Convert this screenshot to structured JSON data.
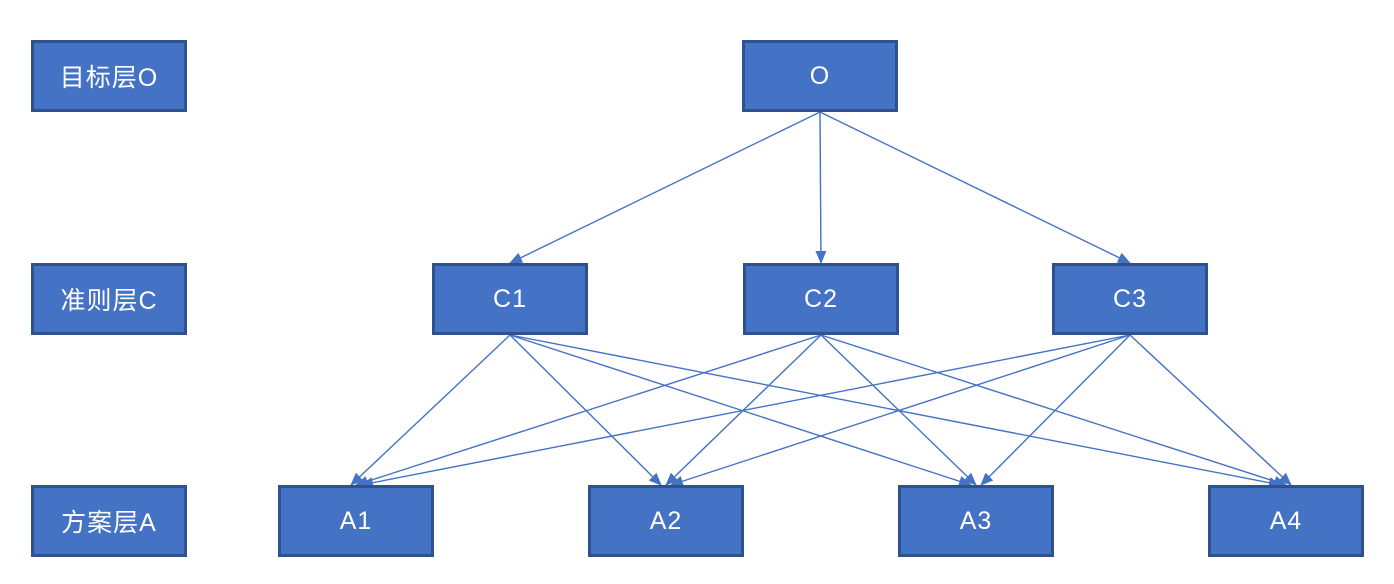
{
  "diagram": {
    "type": "hierarchy",
    "row_labels": [
      {
        "id": "goal",
        "label": "目标层O"
      },
      {
        "id": "criteria",
        "label": "准则层C"
      },
      {
        "id": "alternative",
        "label": "方案层A"
      }
    ],
    "nodes": [
      {
        "id": "O",
        "label": "O",
        "layer": "goal"
      },
      {
        "id": "C1",
        "label": "C1",
        "layer": "criteria"
      },
      {
        "id": "C2",
        "label": "C2",
        "layer": "criteria"
      },
      {
        "id": "C3",
        "label": "C3",
        "layer": "criteria"
      },
      {
        "id": "A1",
        "label": "A1",
        "layer": "alternative"
      },
      {
        "id": "A2",
        "label": "A2",
        "layer": "alternative"
      },
      {
        "id": "A3",
        "label": "A3",
        "layer": "alternative"
      },
      {
        "id": "A4",
        "label": "A4",
        "layer": "alternative"
      }
    ],
    "edges": [
      {
        "from": "O",
        "to": "C1"
      },
      {
        "from": "O",
        "to": "C2"
      },
      {
        "from": "O",
        "to": "C3"
      },
      {
        "from": "C1",
        "to": "A1"
      },
      {
        "from": "C1",
        "to": "A2"
      },
      {
        "from": "C1",
        "to": "A3"
      },
      {
        "from": "C1",
        "to": "A4"
      },
      {
        "from": "C2",
        "to": "A1"
      },
      {
        "from": "C2",
        "to": "A2"
      },
      {
        "from": "C2",
        "to": "A3"
      },
      {
        "from": "C2",
        "to": "A4"
      },
      {
        "from": "C3",
        "to": "A1"
      },
      {
        "from": "C3",
        "to": "A2"
      },
      {
        "from": "C3",
        "to": "A3"
      },
      {
        "from": "C3",
        "to": "A4"
      }
    ]
  },
  "colors": {
    "background": "#FFFFFF",
    "node_fill": "#4472C4",
    "node_border": "#2F528F",
    "node_text": "#FFFFFF",
    "edge": "#4472C4"
  }
}
